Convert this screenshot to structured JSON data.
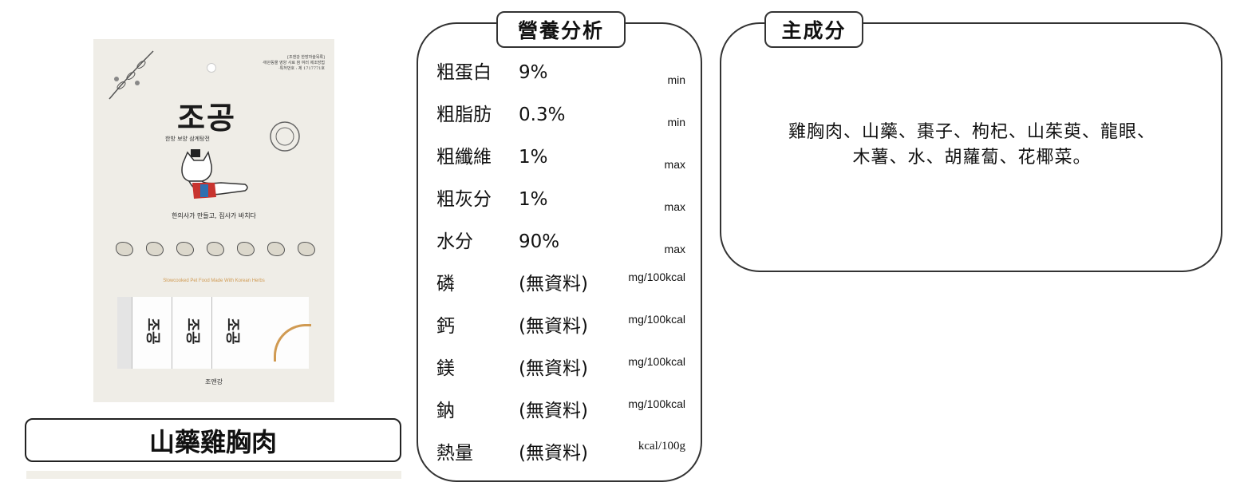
{
  "product": {
    "name": "山藥雞胸肉",
    "package": {
      "brand": "조공",
      "tagline": "한방 보양 삼계탕전",
      "slogan": "한의사가 만들고, 집사가 바치다",
      "subtitle": "Slowcooked Pet Food Made With Korean Herbs",
      "maker": "조앤강",
      "info_lines": [
        "[조앤강 한방자술목록]",
        "·애완동물 영양 사료 참 여러 제조방법",
        "·특허번호 : 제 1717771호"
      ]
    }
  },
  "nutrition": {
    "title": "營養分析",
    "rows": [
      {
        "name": "粗蛋白",
        "value": "9%",
        "unit": "min"
      },
      {
        "name": "粗脂肪",
        "value": "0.3%",
        "unit": "min"
      },
      {
        "name": "粗纖維",
        "value": "1%",
        "unit": "max"
      },
      {
        "name": "粗灰分",
        "value": "1%",
        "unit": "max"
      },
      {
        "name": "水分",
        "value": "90%",
        "unit": "max"
      },
      {
        "name": "磷",
        "value": "(無資料)",
        "unit": "mg/100kcal"
      },
      {
        "name": "鈣",
        "value": "(無資料)",
        "unit": "mg/100kcal"
      },
      {
        "name": "鎂",
        "value": "(無資料)",
        "unit": "mg/100kcal"
      },
      {
        "name": "鈉",
        "value": "(無資料)",
        "unit": "mg/100kcal"
      },
      {
        "name": "熱量",
        "value": "(無資料)",
        "unit": "kcal/100g"
      }
    ]
  },
  "ingredients": {
    "title": "主成分",
    "line1": "雞胸肉、山藥、棗子、枸杞、山茱萸、龍眼、",
    "line2": "木薯、水、胡蘿蔔、花椰菜。"
  }
}
